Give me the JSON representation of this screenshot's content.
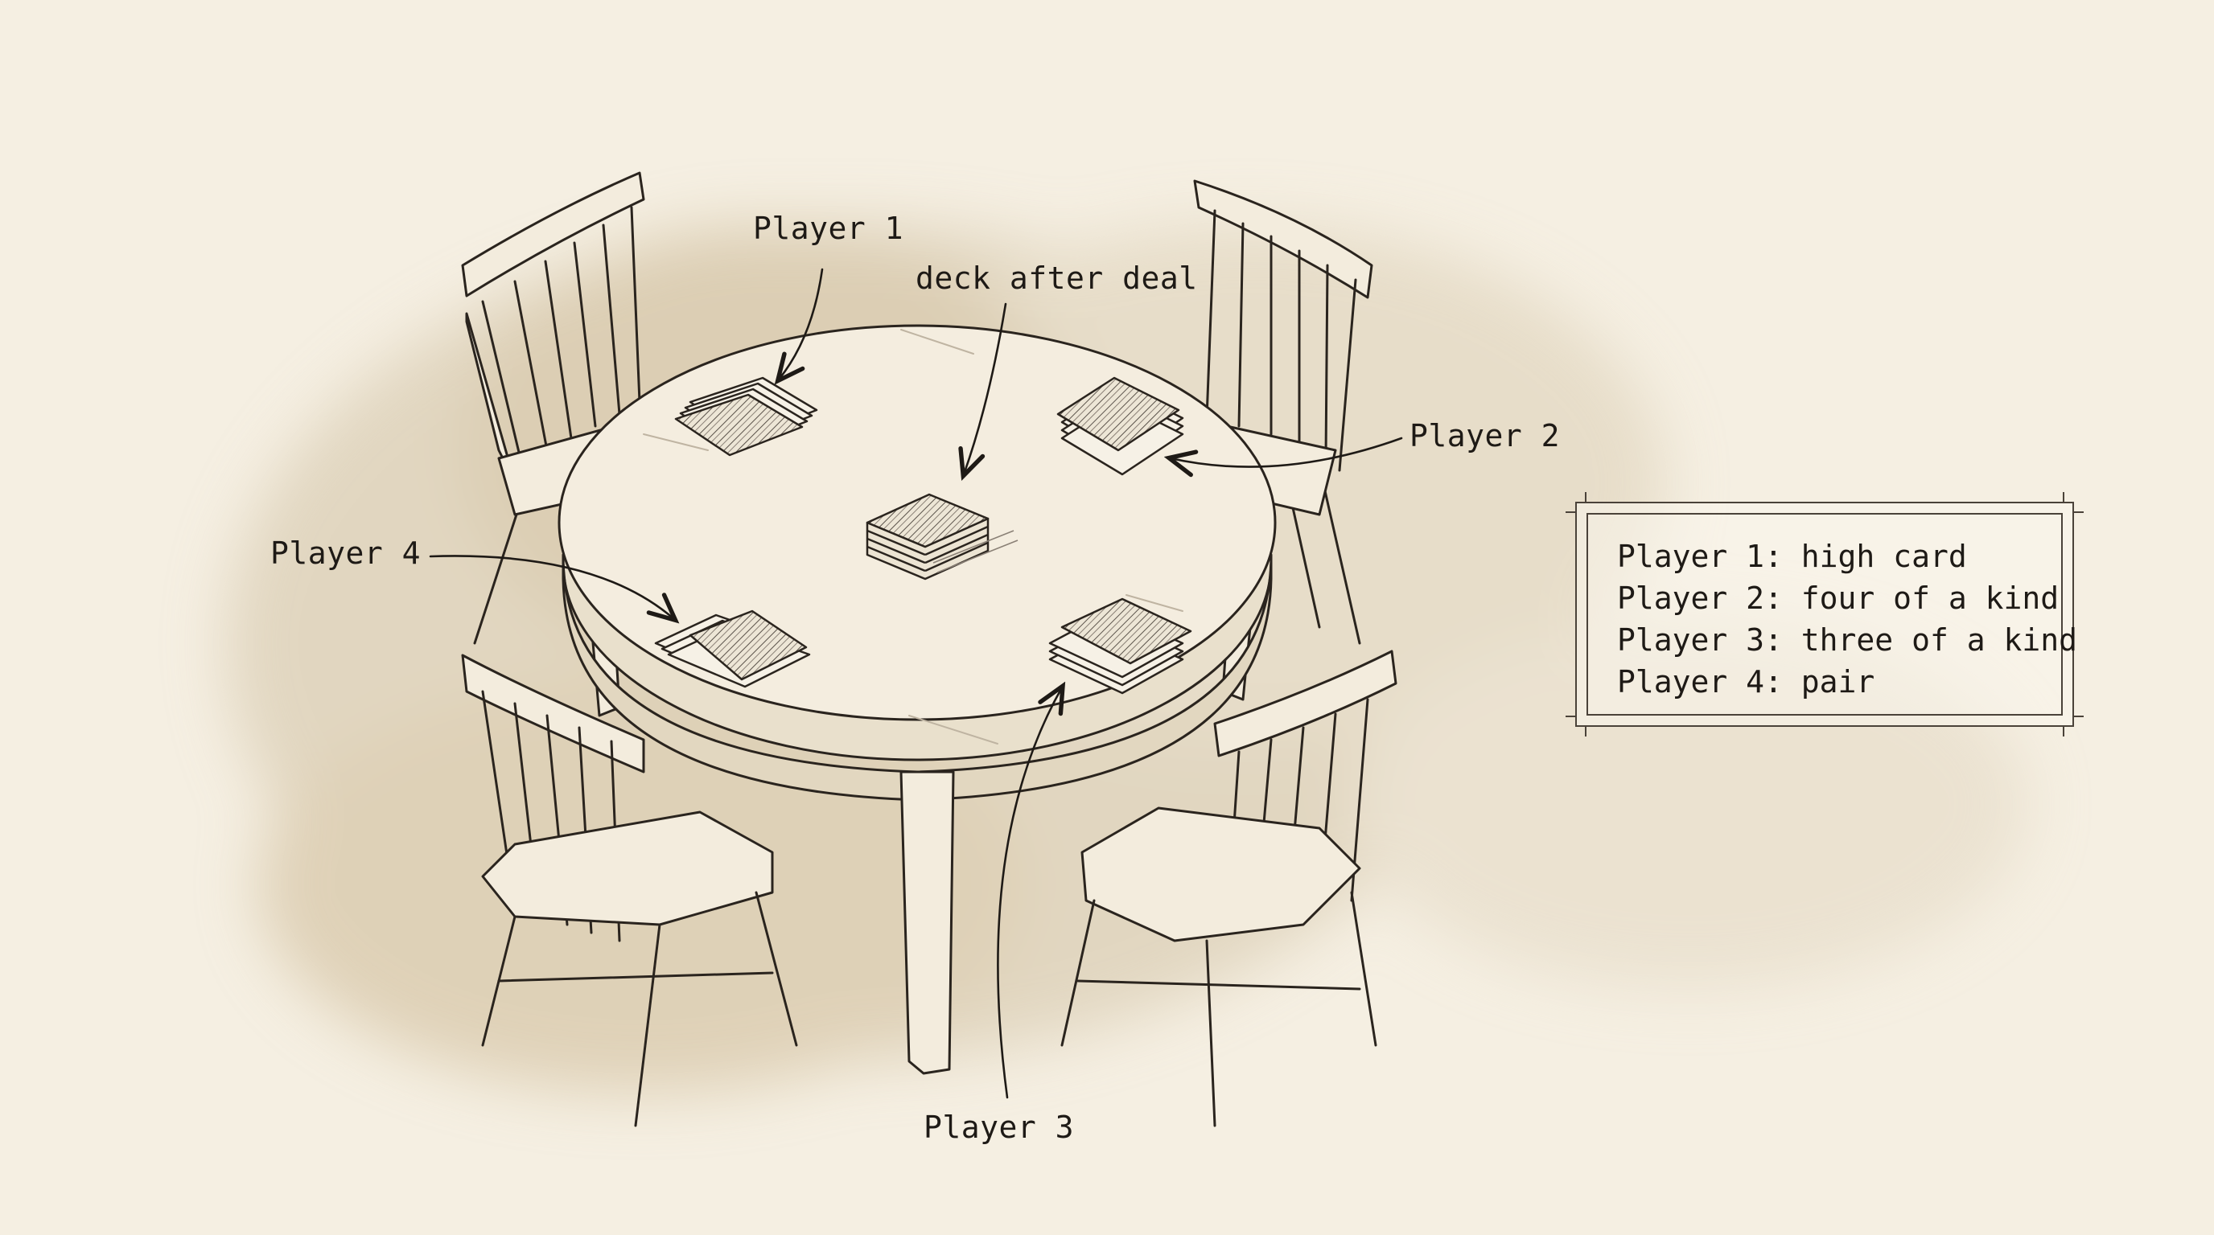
{
  "labels": {
    "player1": "Player 1",
    "player2": "Player 2",
    "player3": "Player 3",
    "player4": "Player 4",
    "deck": "deck after deal"
  },
  "legend": {
    "rows": [
      {
        "player": "Player 1",
        "hand": "high card"
      },
      {
        "player": "Player 2",
        "hand": "four of a kind"
      },
      {
        "player": "Player 3",
        "hand": "three of a kind"
      },
      {
        "player": "Player 4",
        "hand": "pair"
      }
    ]
  },
  "colors": {
    "paper": "#f5efe2",
    "ink": "#1e1a16",
    "wash": "#c9b594",
    "wood": "#f3ecdd"
  }
}
